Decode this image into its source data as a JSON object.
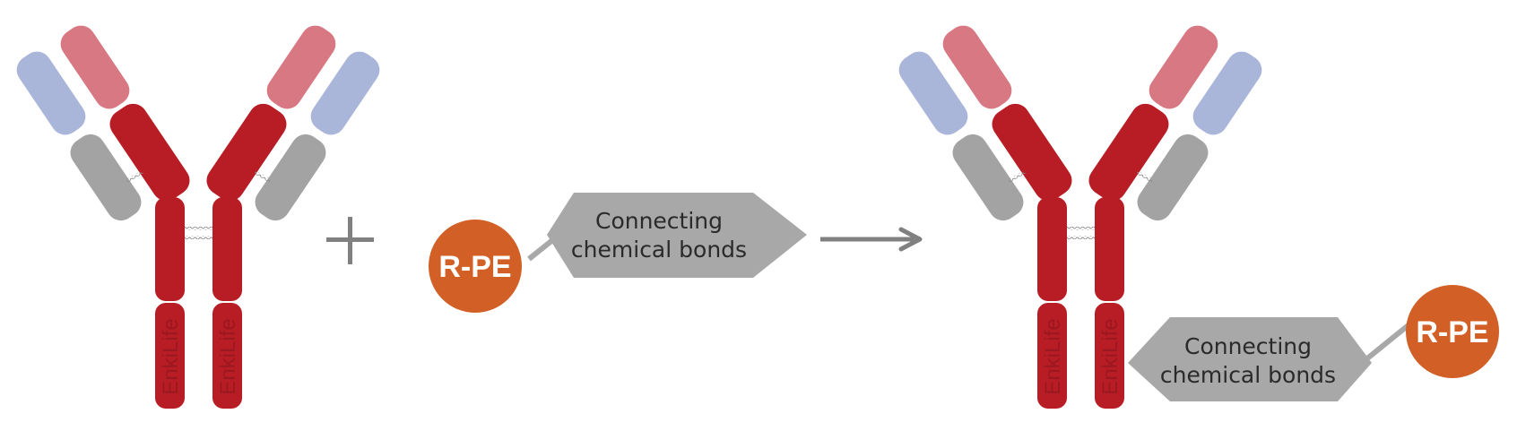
{
  "diagram": {
    "title": "R-PE antibody conjugation",
    "colors": {
      "heavy_chain": "#b81d25",
      "heavy_variable": "#d77882",
      "light_variable": "#aab6d9",
      "light_constant": "#a3a3a3",
      "rpe": "#d25f26",
      "linker": "#a8a8a8",
      "arrow": "#808080"
    },
    "reactants": {
      "antibody": {
        "watermark": "EnkiLife"
      },
      "plus_symbol": "+",
      "rpe_label": "R-PE",
      "linker_label_line1": "Connecting",
      "linker_label_line2": "chemical bonds"
    },
    "product": {
      "antibody": {
        "watermark": "EnkiLife"
      },
      "rpe_label": "R-PE",
      "linker_label_line1": "Connecting",
      "linker_label_line2": "chemical bonds"
    }
  }
}
